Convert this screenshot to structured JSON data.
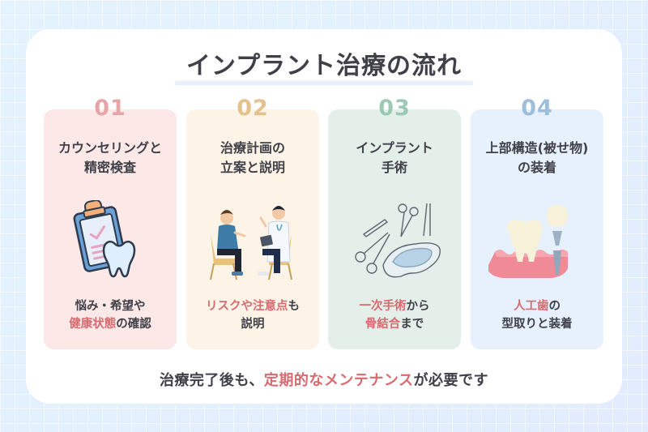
{
  "title": "インプラント治療の流れ",
  "colors": {
    "text": "#3f4048",
    "highlight": "#d86a70",
    "panel": "#ffffff",
    "background": "#e3efff"
  },
  "steps": [
    {
      "number": "01",
      "number_color": "#e7a4a6",
      "bg_color": "#fde8e8",
      "heading_line1": "カウンセリングと",
      "heading_line2": "精密検査",
      "illustration": "clipboard-tooth-icon",
      "footer_line1": [
        {
          "text": "悩み・希望や",
          "highlight": false
        }
      ],
      "footer_line2": [
        {
          "text": "健康状態",
          "highlight": true
        },
        {
          "text": "の確認",
          "highlight": false
        }
      ]
    },
    {
      "number": "02",
      "number_color": "#e5c28d",
      "bg_color": "#fdf3e6",
      "heading_line1": "治療計画の",
      "heading_line2": "立案と説明",
      "illustration": "doctor-patient-consultation-icon",
      "footer_line1": [
        {
          "text": "リスクや注意点",
          "highlight": true
        },
        {
          "text": "も",
          "highlight": false
        }
      ],
      "footer_line2": [
        {
          "text": "説明",
          "highlight": false
        }
      ]
    },
    {
      "number": "03",
      "number_color": "#9cc9b3",
      "bg_color": "#e5efea",
      "heading_line1": "インプラント",
      "heading_line2": "手術",
      "illustration": "surgical-instruments-icon",
      "footer_line1": [
        {
          "text": "一次手術",
          "highlight": true
        },
        {
          "text": "から",
          "highlight": false
        }
      ],
      "footer_line2": [
        {
          "text": "骨結合",
          "highlight": true
        },
        {
          "text": "まで",
          "highlight": false
        }
      ]
    },
    {
      "number": "04",
      "number_color": "#9ebfdc",
      "bg_color": "#e6f1fd",
      "heading_line1": "上部構造(被せ物)",
      "heading_line2": "の装着",
      "illustration": "implant-crown-icon",
      "footer_line1": [
        {
          "text": "人工歯",
          "highlight": true
        },
        {
          "text": "の",
          "highlight": false
        }
      ],
      "footer_line2": [
        {
          "text": "型取りと装着",
          "highlight": false
        }
      ]
    }
  ],
  "bottom_message": {
    "part1": "治療完了後も、",
    "part2_highlight": "定期的なメンテナンス",
    "part3": "が必要です"
  }
}
